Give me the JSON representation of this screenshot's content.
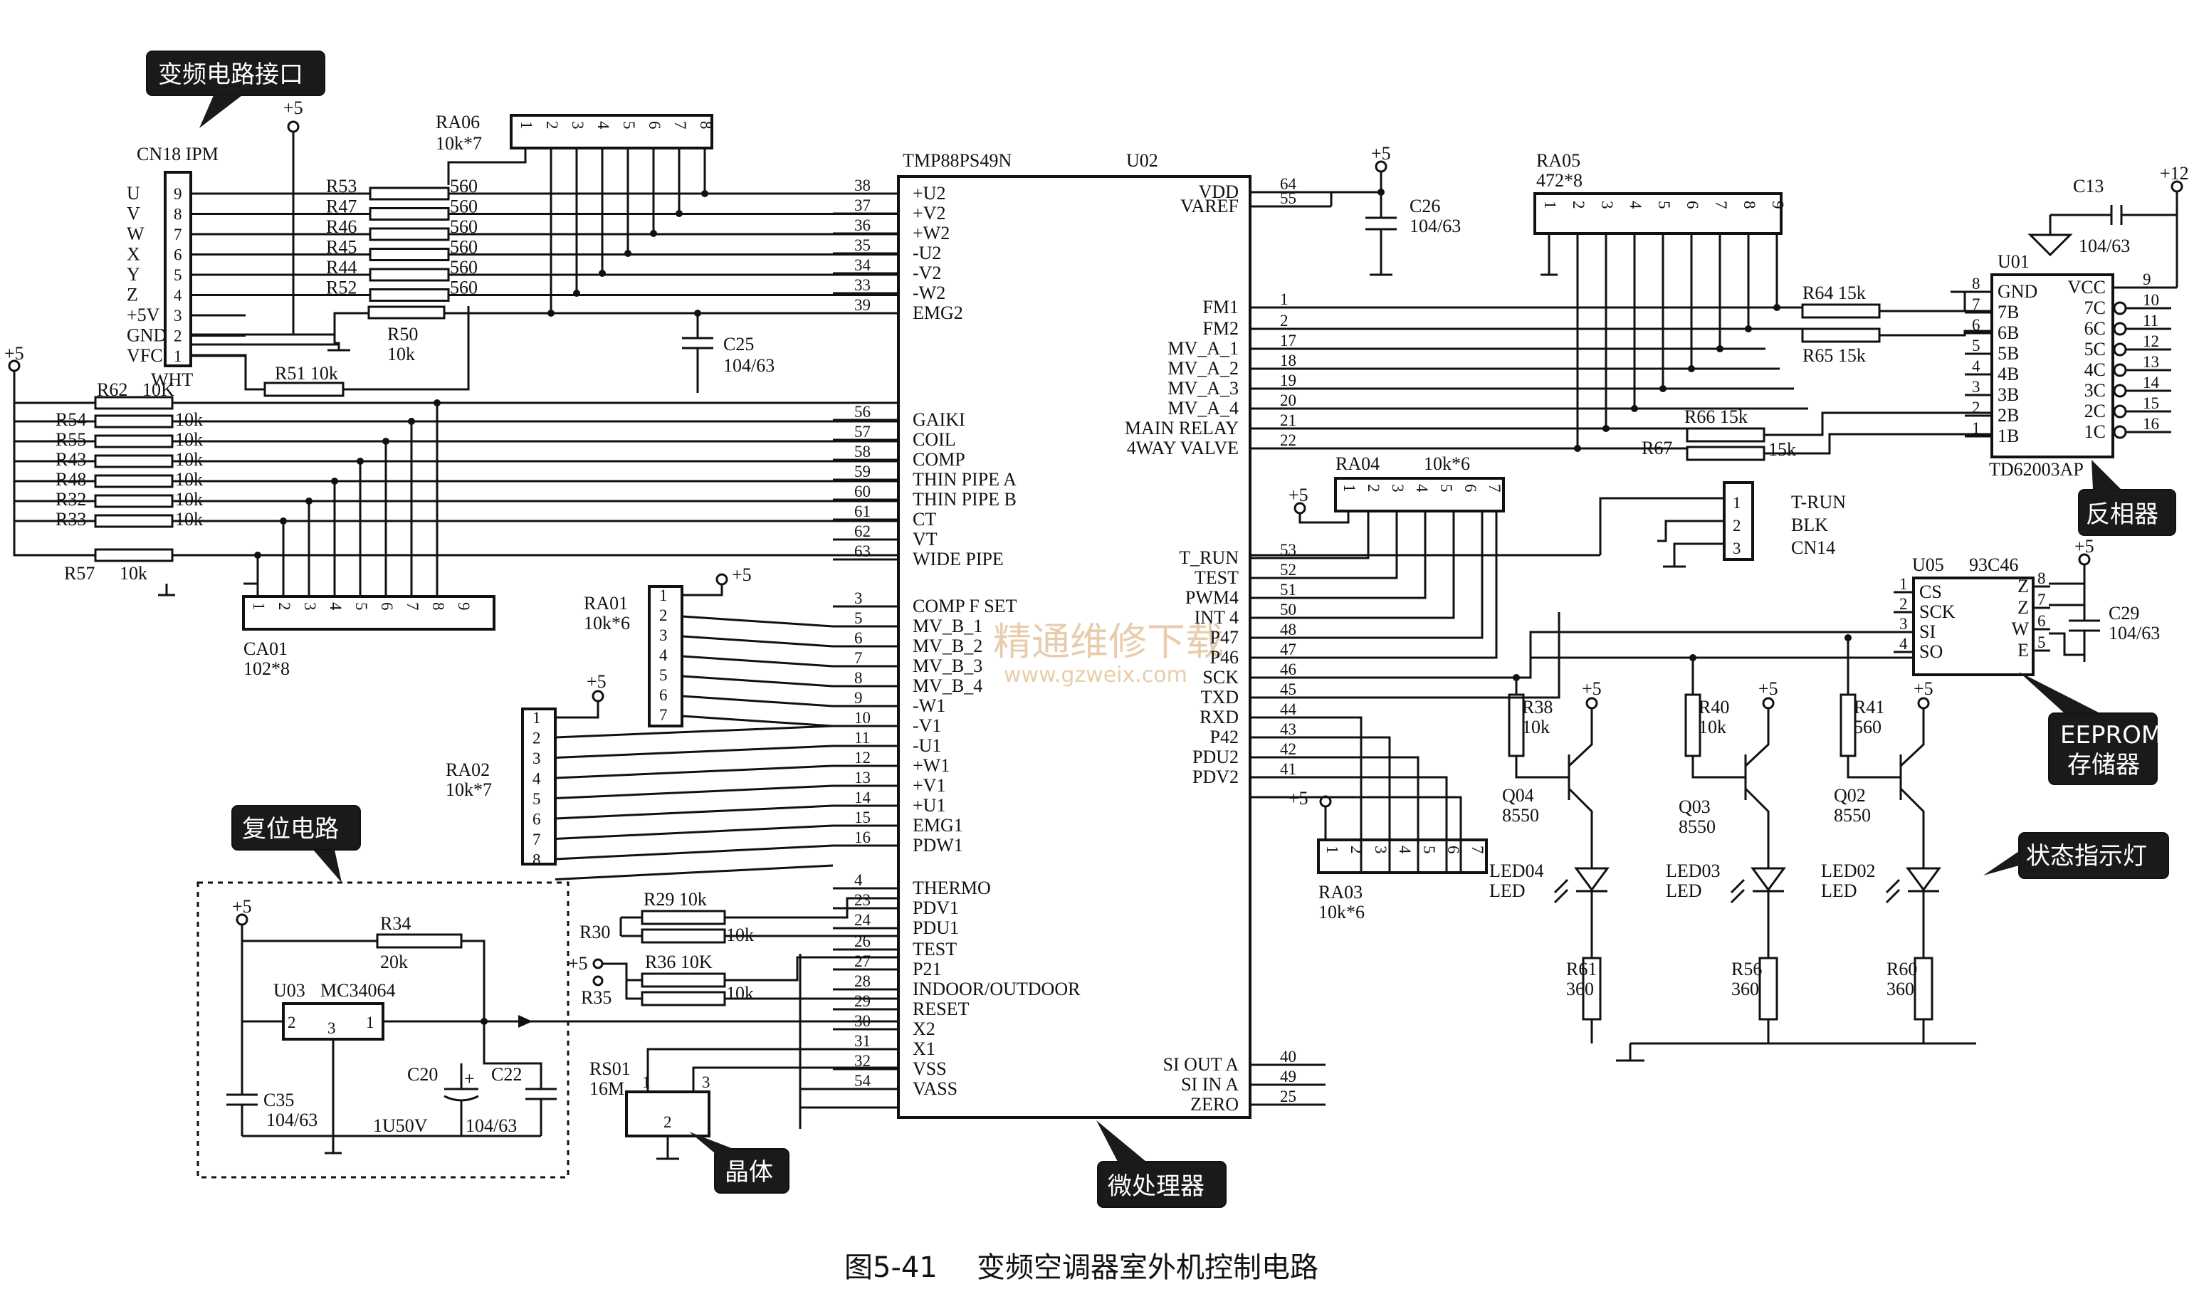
{
  "caption": {
    "fig": "图5-41",
    "title": "变频空调器室外机控制电路"
  },
  "watermark": {
    "cn": "精通维修下载",
    "url": "www.gzweix.com"
  },
  "callouts": {
    "inverter_interface": "变频电路接口",
    "reset_circuit": "复位电路",
    "crystal": "晶体",
    "mcu": "微处理器",
    "inverter": "反相器",
    "eeprom_l1": "EEPROM",
    "eeprom_l2": "存储器",
    "status_led": "状态指示灯"
  },
  "mcu": {
    "part": "TMP88PS49N",
    "ref": "U02",
    "left_pins": [
      {
        "num": "38",
        "name": "+U2"
      },
      {
        "num": "37",
        "name": "+V2"
      },
      {
        "num": "36",
        "name": "+W2"
      },
      {
        "num": "35",
        "name": "-U2"
      },
      {
        "num": "34",
        "name": "-V2"
      },
      {
        "num": "33",
        "name": "-W2"
      },
      {
        "num": "39",
        "name": "EMG2"
      },
      {
        "num": "56",
        "name": "GAIKI"
      },
      {
        "num": "57",
        "name": "COIL"
      },
      {
        "num": "58",
        "name": "COMP"
      },
      {
        "num": "59",
        "name": "THIN PIPE A"
      },
      {
        "num": "60",
        "name": "THIN PIPE B"
      },
      {
        "num": "61",
        "name": "CT"
      },
      {
        "num": "62",
        "name": "VT"
      },
      {
        "num": "63",
        "name": "WIDE PIPE"
      },
      {
        "num": "3",
        "name": "COMP F SET"
      },
      {
        "num": "5",
        "name": "MV_B_1"
      },
      {
        "num": "6",
        "name": "MV_B_2"
      },
      {
        "num": "7",
        "name": "MV_B_3"
      },
      {
        "num": "8",
        "name": "MV_B_4"
      },
      {
        "num": "9",
        "name": "-W1"
      },
      {
        "num": "10",
        "name": "-V1"
      },
      {
        "num": "11",
        "name": "-U1"
      },
      {
        "num": "12",
        "name": "+W1"
      },
      {
        "num": "13",
        "name": "+V1"
      },
      {
        "num": "14",
        "name": "+U1"
      },
      {
        "num": "15",
        "name": "EMG1"
      },
      {
        "num": "16",
        "name": "PDW1"
      },
      {
        "num": "4",
        "name": "THERMO"
      },
      {
        "num": "23",
        "name": "PDV1"
      },
      {
        "num": "24",
        "name": "PDU1"
      },
      {
        "num": "26",
        "name": "TEST"
      },
      {
        "num": "27",
        "name": "P21"
      },
      {
        "num": "28",
        "name": "INDOOR/OUTDOOR"
      },
      {
        "num": "29",
        "name": "RESET"
      },
      {
        "num": "30",
        "name": "X2"
      },
      {
        "num": "31",
        "name": "X1"
      },
      {
        "num": "32",
        "name": "VSS"
      },
      {
        "num": "54",
        "name": "VASS"
      }
    ],
    "right_pins": [
      {
        "num": "64",
        "name": "VDD"
      },
      {
        "num": "55",
        "name": "VAREF"
      },
      {
        "num": "1",
        "name": "FM1"
      },
      {
        "num": "2",
        "name": "FM2"
      },
      {
        "num": "17",
        "name": "MV_A_1"
      },
      {
        "num": "18",
        "name": "MV_A_2"
      },
      {
        "num": "19",
        "name": "MV_A_3"
      },
      {
        "num": "20",
        "name": "MV_A_4"
      },
      {
        "num": "21",
        "name": "MAIN RELAY"
      },
      {
        "num": "22",
        "name": "4WAY VALVE"
      },
      {
        "num": "53",
        "name": "T_RUN"
      },
      {
        "num": "52",
        "name": "TEST"
      },
      {
        "num": "51",
        "name": "PWM4"
      },
      {
        "num": "50",
        "name": "INT 4"
      },
      {
        "num": "48",
        "name": "P47"
      },
      {
        "num": "47",
        "name": "P46"
      },
      {
        "num": "46",
        "name": "SCK"
      },
      {
        "num": "45",
        "name": "TXD"
      },
      {
        "num": "44",
        "name": "RXD"
      },
      {
        "num": "43",
        "name": "P42"
      },
      {
        "num": "42",
        "name": "PDU2"
      },
      {
        "num": "41",
        "name": "PDV2"
      },
      {
        "num": "40",
        "name": "SI OUT A"
      },
      {
        "num": "49",
        "name": "SI IN A"
      },
      {
        "num": "25",
        "name": "ZERO"
      }
    ]
  },
  "cn18": {
    "title": "CN18 IPM",
    "color": "WHT",
    "rows": [
      {
        "sig": "U",
        "pin": "9",
        "res": "R53",
        "val": "560"
      },
      {
        "sig": "V",
        "pin": "8",
        "res": "R47",
        "val": "560"
      },
      {
        "sig": "W",
        "pin": "7",
        "res": "R46",
        "val": "560"
      },
      {
        "sig": "X",
        "pin": "6",
        "res": "R45",
        "val": "560"
      },
      {
        "sig": "Y",
        "pin": "5",
        "res": "R44",
        "val": "560"
      },
      {
        "sig": "Z",
        "pin": "4",
        "res": "R52",
        "val": "560"
      },
      {
        "sig": "+5V",
        "pin": "3",
        "res": "",
        "val": ""
      },
      {
        "sig": "GND",
        "pin": "2",
        "res": "",
        "val": ""
      },
      {
        "sig": "VFC",
        "pin": "1",
        "res": "",
        "val": ""
      }
    ],
    "r50": "R50",
    "r50v": "10k",
    "r51": "R51 10k"
  },
  "ra06": {
    "name": "RA06",
    "val": "10k*7",
    "pins": [
      "1",
      "2",
      "3",
      "4",
      "5",
      "6",
      "7",
      "8"
    ]
  },
  "c25": {
    "name": "C25",
    "val": "104/63"
  },
  "c26": {
    "name": "C26",
    "val": "104/63"
  },
  "plus5": "+5",
  "plus12": "+12",
  "sensor_res": [
    {
      "name": "R62",
      "val": "10K"
    },
    {
      "name": "R54",
      "val": "10k"
    },
    {
      "name": "R55",
      "val": "10k"
    },
    {
      "name": "R43",
      "val": "10k"
    },
    {
      "name": "R48",
      "val": "10k"
    },
    {
      "name": "R32",
      "val": "10k"
    },
    {
      "name": "R33",
      "val": "10k"
    },
    {
      "name": "R57",
      "val": "10k"
    }
  ],
  "ca01": {
    "name": "CA01",
    "val": "102*8",
    "pins": [
      "1",
      "2",
      "3",
      "4",
      "5",
      "6",
      "7",
      "8",
      "9"
    ]
  },
  "ra01": {
    "name": "RA01",
    "val": "10k*6",
    "pins": [
      "1",
      "2",
      "3",
      "4",
      "5",
      "6",
      "7"
    ]
  },
  "ra02": {
    "name": "RA02",
    "val": "10k*7",
    "pins": [
      "1",
      "2",
      "3",
      "4",
      "5",
      "6",
      "7",
      "8"
    ]
  },
  "ra03": {
    "name": "RA03",
    "val": "10k*6",
    "pins": [
      "1",
      "2",
      "3",
      "4",
      "5",
      "6",
      "7"
    ]
  },
  "ra04": {
    "name": "RA04",
    "val": "10k*6",
    "pins": [
      "1",
      "2",
      "3",
      "4",
      "5",
      "6",
      "7"
    ]
  },
  "ra05": {
    "name": "RA05",
    "val": "472*8",
    "pins": [
      "1",
      "2",
      "3",
      "4",
      "5",
      "6",
      "7",
      "8",
      "9"
    ]
  },
  "reset": {
    "u03": "U03",
    "u03part": "MC34064",
    "u03pins": [
      "2",
      "3",
      "1"
    ],
    "r34": "R34",
    "r34v": "20k",
    "c35": "C35",
    "c35v": "104/63",
    "c20": "C20",
    "c20v": "1U50V",
    "c22": "C22",
    "c22v": "104/63",
    "plus": "+"
  },
  "resmid": {
    "r29": "R29 10k",
    "r30": "R30",
    "r30v": "10k",
    "r36": "R36 10K",
    "r35": "R35",
    "r35v": "10k"
  },
  "rs01": {
    "name": "RS01",
    "val": "16M",
    "p1": "1",
    "p2": "2",
    "p3": "3"
  },
  "u01": {
    "ref": "U01",
    "part": "TD62003AP",
    "left": [
      {
        "pin": "8",
        "n": "GND"
      },
      {
        "pin": "7",
        "n": "7B"
      },
      {
        "pin": "6",
        "n": "6B"
      },
      {
        "pin": "5",
        "n": "5B"
      },
      {
        "pin": "4",
        "n": "4B"
      },
      {
        "pin": "3",
        "n": "3B"
      },
      {
        "pin": "2",
        "n": "2B"
      },
      {
        "pin": "1",
        "n": "1B"
      }
    ],
    "right": [
      {
        "pin": "9",
        "n": "VCC"
      },
      {
        "pin": "10",
        "n": "7C"
      },
      {
        "pin": "11",
        "n": "6C"
      },
      {
        "pin": "12",
        "n": "5C"
      },
      {
        "pin": "13",
        "n": "4C"
      },
      {
        "pin": "14",
        "n": "3C"
      },
      {
        "pin": "15",
        "n": "2C"
      },
      {
        "pin": "16",
        "n": "1C"
      }
    ]
  },
  "c13": {
    "name": "C13",
    "val": "104/63"
  },
  "fm_res": {
    "r64": "R64 15k",
    "r65": "R65 15k",
    "r66": "R66 15k",
    "r67": "R67",
    "r67v": "15k"
  },
  "cn14": {
    "pins": [
      "1",
      "2",
      "3"
    ],
    "labels": [
      "T-RUN",
      "BLK",
      "CN14"
    ]
  },
  "u05": {
    "ref": "U05",
    "part": "93C46",
    "left": [
      {
        "pin": "1",
        "n": "CS"
      },
      {
        "pin": "2",
        "n": "SCK"
      },
      {
        "pin": "3",
        "n": "SI"
      },
      {
        "pin": "4",
        "n": "SO"
      }
    ],
    "right": [
      {
        "pin": "8",
        "n": "Z"
      },
      {
        "pin": "7",
        "n": "Z"
      },
      {
        "pin": "6",
        "n": "W"
      },
      {
        "pin": "5",
        "n": "E"
      }
    ]
  },
  "c29": {
    "name": "C29",
    "val": "104/63"
  },
  "leds": [
    {
      "rb": "R38",
      "rbv": "10k",
      "q": "Q04",
      "qv": "8550",
      "led": "LED04",
      "ledt": "LED",
      "rl": "R61",
      "rlv": "360"
    },
    {
      "rb": "R40",
      "rbv": "10k",
      "q": "Q03",
      "qv": "8550",
      "led": "LED03",
      "ledt": "LED",
      "rl": "R56",
      "rlv": "360"
    },
    {
      "rb": "R41",
      "rbv": "560",
      "q": "Q02",
      "qv": "8550",
      "led": "LED02",
      "ledt": "LED",
      "rl": "R60",
      "rlv": "360"
    }
  ]
}
